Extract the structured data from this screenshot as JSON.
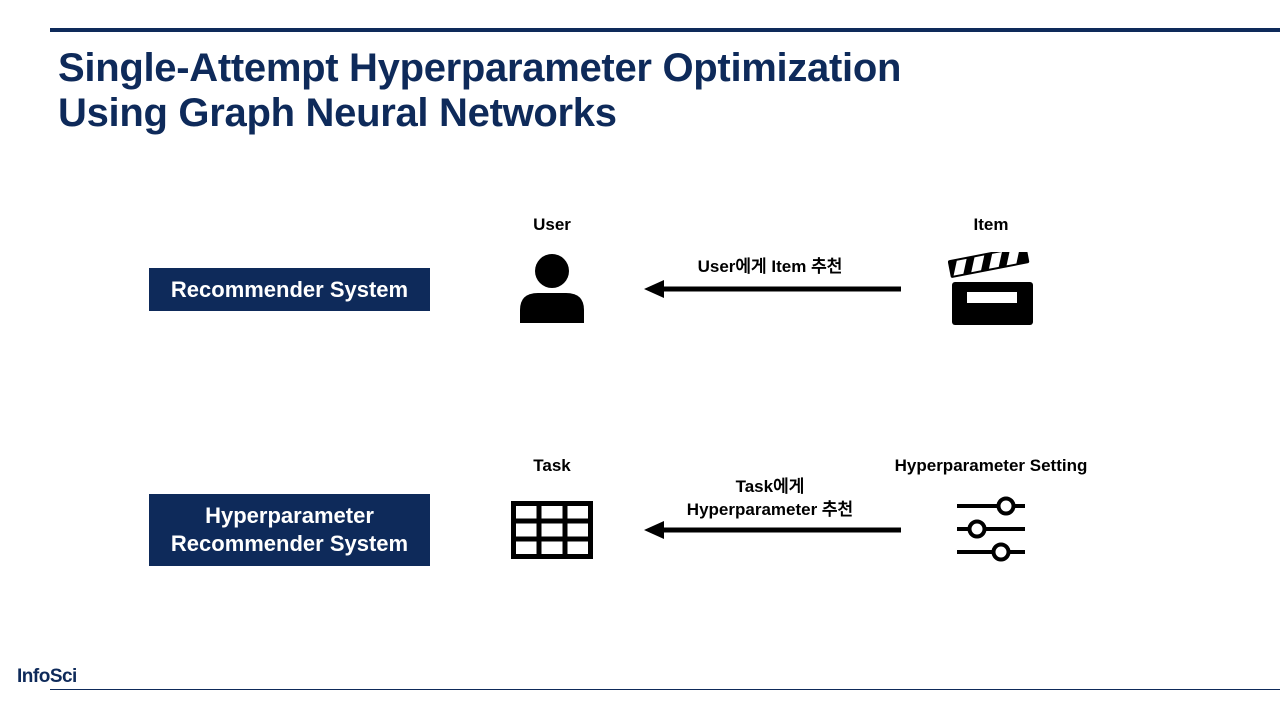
{
  "slide": {
    "title_line1": "Single-Attempt Hyperparameter Optimization",
    "title_line2": "Using Graph Neural Networks",
    "logo": "InfoSci"
  },
  "rows": [
    {
      "system_label_lines": [
        "Recommender System"
      ],
      "left_label": "User",
      "right_label": "Item",
      "arrow_label_lines": [
        "User에게 Item 추천"
      ],
      "left_icon": "user-icon",
      "right_icon": "clapperboard-icon"
    },
    {
      "system_label_lines": [
        "Hyperparameter",
        "Recommender System"
      ],
      "left_label": "Task",
      "right_label": "Hyperparameter  Setting",
      "arrow_label_lines": [
        "Task에게",
        "Hyperparameter  추천"
      ],
      "left_icon": "table-grid-icon",
      "right_icon": "sliders-icon"
    }
  ],
  "colors": {
    "brand_navy": "#0e2a5a",
    "icon": "#000000"
  }
}
